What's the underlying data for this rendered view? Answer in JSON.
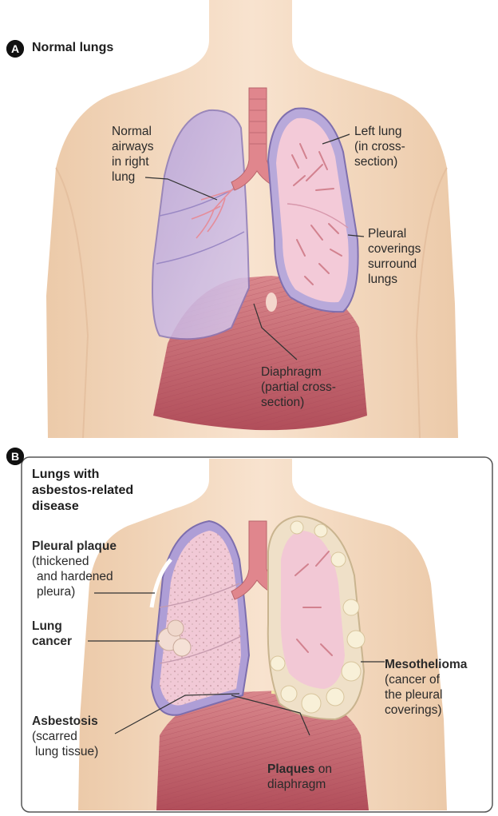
{
  "colors": {
    "skin": "#f4dcc4",
    "skin_shade": "#e9c6a6",
    "lung_normal": "#c9b8e3",
    "lung_cut": "#f2c9d8",
    "muscle": "#c4626a",
    "trachea": "#e2878e",
    "panel_border": "#555555"
  },
  "panel_a": {
    "badge": "A",
    "title": "Normal lungs",
    "labels": {
      "airways": [
        "Normal",
        "airways",
        "in right",
        "lung"
      ],
      "left_lung": [
        "Left lung",
        "(in cross-",
        "section)"
      ],
      "pleural": [
        "Pleural",
        "coverings",
        "surround",
        "lungs"
      ],
      "diaphragm": [
        "Diaphragm",
        "(partial cross-",
        "section)"
      ]
    }
  },
  "panel_b": {
    "badge": "B",
    "title": [
      "Lungs with",
      "asbestos-related",
      "disease"
    ],
    "labels": {
      "plaque_title": "Pleural plaque",
      "plaque_desc": [
        "(thickened",
        "and hardened",
        "pleura)"
      ],
      "cancer": [
        "Lung",
        "cancer"
      ],
      "asbestosis_title": "Asbestosis",
      "asbestosis_desc": [
        "(scarred",
        "lung tissue)"
      ],
      "meso_title": "Mesothelioma",
      "meso_desc": [
        "(cancer of",
        "the pleural",
        "coverings)"
      ],
      "plaques_title": "Plaques",
      "plaques_on": " on",
      "plaques_desc": "diaphragm"
    }
  }
}
